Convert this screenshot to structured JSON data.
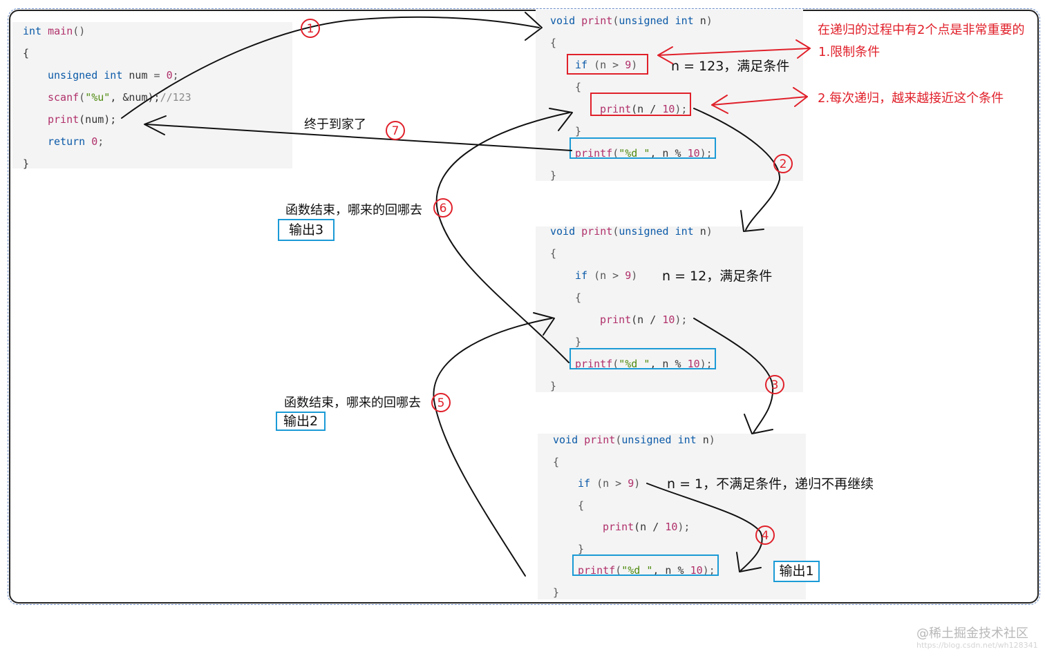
{
  "main_block": {
    "l1": [
      "int",
      "main",
      "()"
    ],
    "l2": "{",
    "l3": [
      "unsigned",
      "int",
      "num",
      "=",
      "0",
      ";"
    ],
    "l4": [
      "scanf",
      "(",
      "\"%u\"",
      ", &num);",
      "//123"
    ],
    "l5": [
      "print",
      "(num);"
    ],
    "l6": [
      "return",
      "0",
      ";"
    ],
    "l7": "}"
  },
  "print_block": {
    "sig": [
      "void",
      "print",
      "(",
      "unsigned",
      "int",
      "n",
      ")"
    ],
    "open": "{",
    "if_line": [
      "if",
      "(n > ",
      "9",
      ")"
    ],
    "inner_open": "{",
    "call": [
      "print",
      "(n / ",
      "10",
      ");"
    ],
    "inner_close": "}",
    "printf_line": [
      "printf",
      "(",
      "\"%d \"",
      ", n % ",
      "10",
      ");"
    ],
    "close": "}"
  },
  "notes": {
    "recursion_title": "在递归的过程中有2个点是非常重要的",
    "point1": "1.限制条件",
    "point2": "2.每次递归，越来越接近这个条件",
    "cond_123": "n = 123，满足条件",
    "cond_12": "n = 12，满足条件",
    "cond_1": "n = 1，不满足条件，递归不再继续",
    "home": "终于到家了",
    "return_6": "函数结束，哪来的回哪去",
    "return_5": "函数结束，哪来的回哪去",
    "out3": "输出3",
    "out2": "输出2",
    "out1": "输出1"
  },
  "steps": [
    "1",
    "2",
    "3",
    "4",
    "5",
    "6",
    "7"
  ],
  "colors": {
    "red": "#e0202a",
    "blue": "#1a9ad6",
    "keyword": "#0b5aa8",
    "function": "#b0306a",
    "string": "#4f8a10",
    "ink": "#111111"
  },
  "watermark": {
    "main": "@稀土掘金技术社区",
    "sub": "https://blog.csdn.net/wh128341"
  }
}
